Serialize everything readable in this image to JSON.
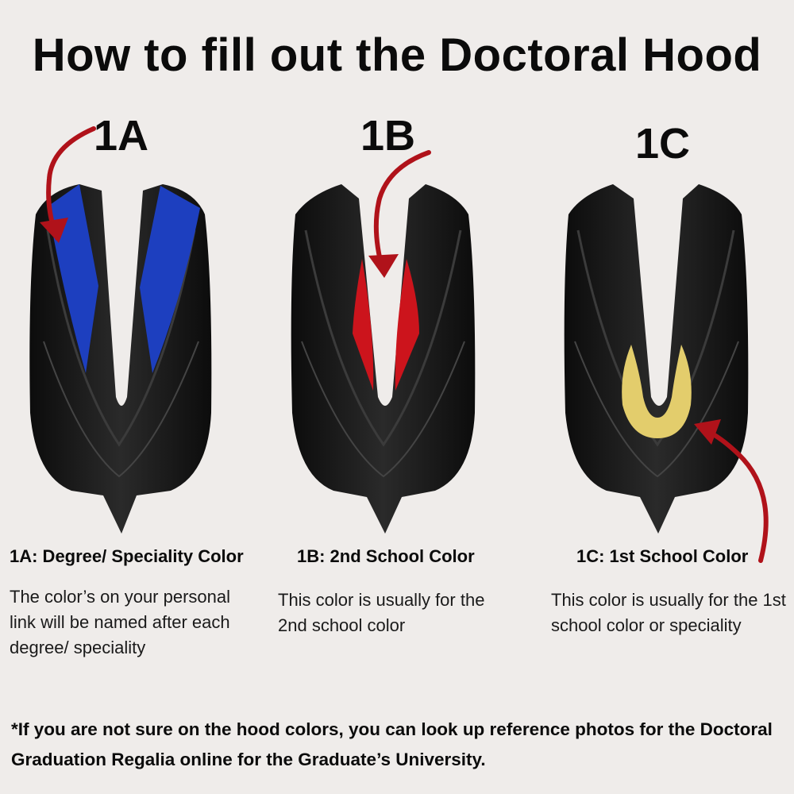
{
  "title": "How to fill out the Doctoral Hood",
  "panels": [
    {
      "id": "1A",
      "caption": "1A: Degree/ Speciality Color",
      "description": "The color’s on your personal link will be named after each degree/ speciality",
      "highlight_color": "#1d3fbf"
    },
    {
      "id": "1B",
      "caption": "1B: 2nd School Color",
      "description": "This color is usually for the 2nd school color",
      "highlight_color": "#cc141c"
    },
    {
      "id": "1C",
      "caption": "1C: 1st School Color",
      "description": "This color is usually for the 1st school color or speciality",
      "highlight_color": "#e3cd6c"
    }
  ],
  "arrow_color": "#b0121a",
  "hood_color": "#151515",
  "footnote": "*If you are not sure on the hood colors, you can look up reference photos for the Doctoral Graduation Regalia online for the Graduate’s University."
}
